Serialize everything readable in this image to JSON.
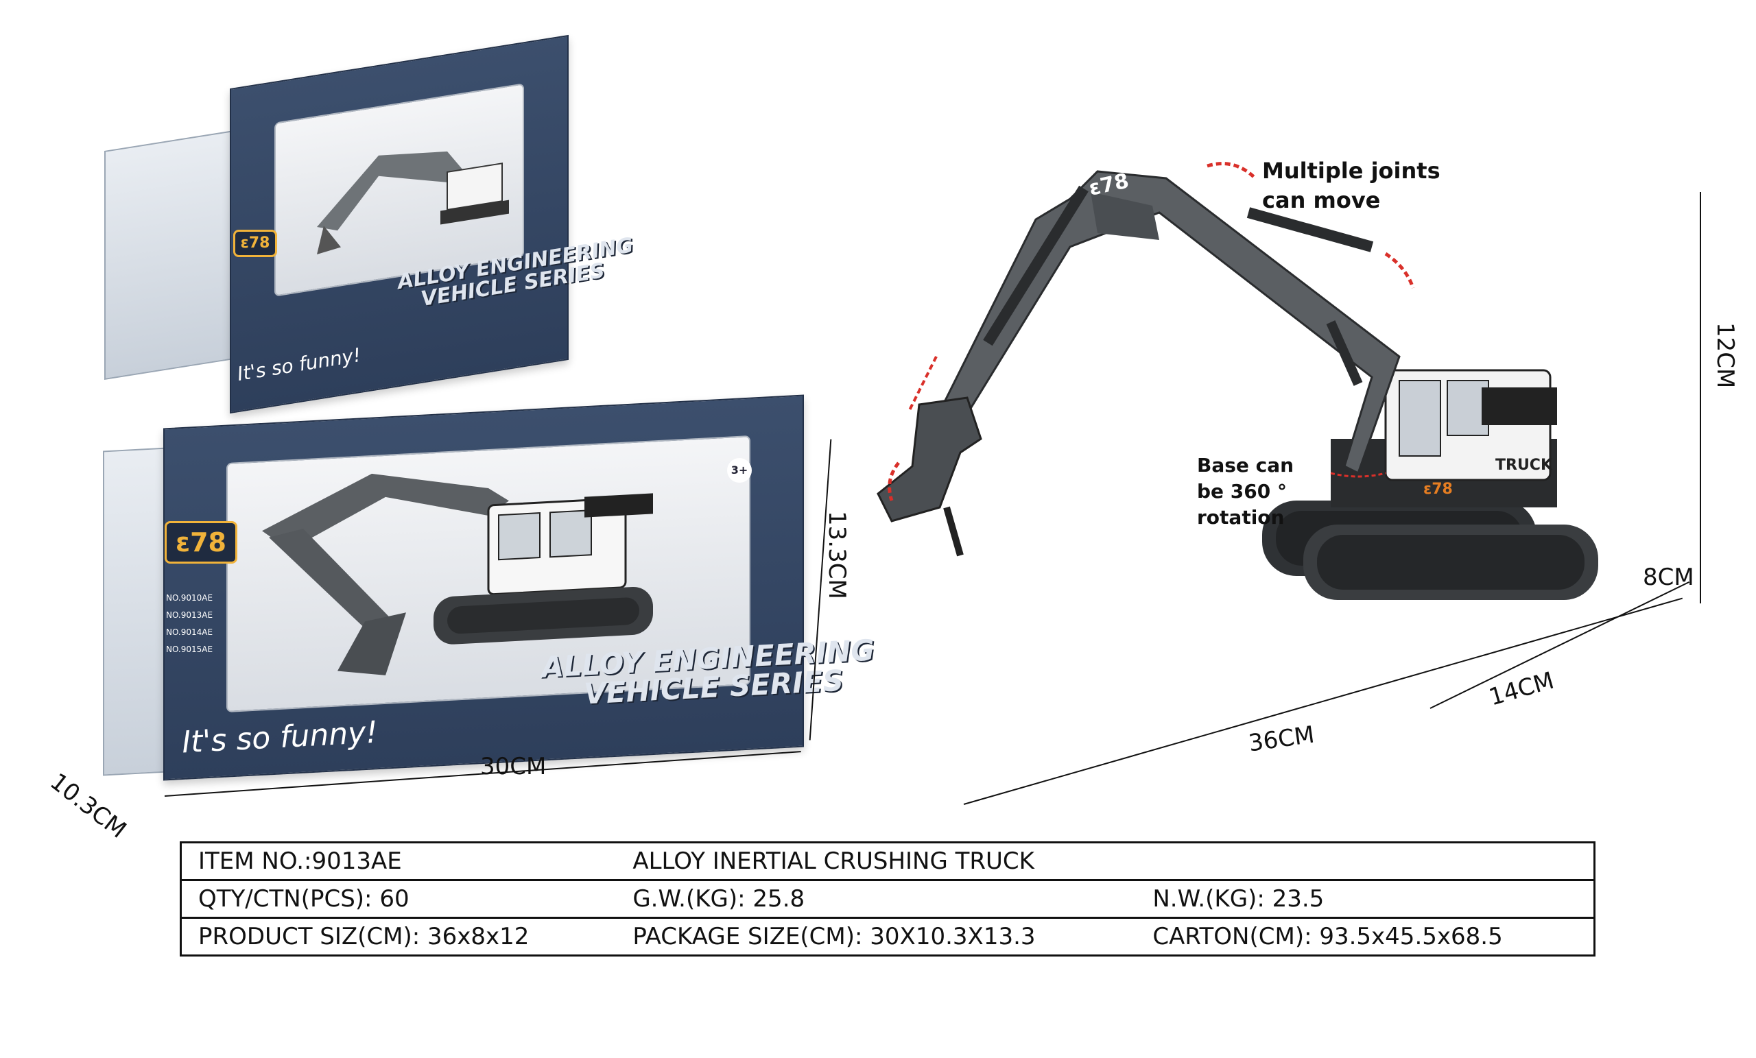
{
  "packaging": {
    "brand_logo": "ε78",
    "slogan": "It's so funny!",
    "series_line1": "ALLOY ENGINEERING",
    "series_line2": "VEHICLE SERIES",
    "model_numbers": [
      "NO.9010AE",
      "NO.9013AE",
      "NO.9014AE",
      "NO.9015AE"
    ],
    "age_badge": "3+"
  },
  "box_dimensions": {
    "length": "30CM",
    "depth": "10.3CM",
    "height": "13.3CM"
  },
  "product_dimensions": {
    "length": "36CM",
    "width": "14CM",
    "depth": "8CM",
    "height": "12CM"
  },
  "product": {
    "logo": "ε78",
    "cab_label": "TRUCK"
  },
  "callouts": {
    "joints_line1": "Multiple joints",
    "joints_line2": "can move",
    "base_line1": "Base can",
    "base_line2": "be 360 °",
    "base_line3": "rotation"
  },
  "colors": {
    "box_blue": "#34476a",
    "accent_orange": "#f1b33a",
    "arrow_red": "#d9302a",
    "excavator_gray": "#5b5f63"
  },
  "spec_table": {
    "item_no": "ITEM NO.:9013AE",
    "item_name": "ALLOY INERTIAL CRUSHING TRUCK",
    "qty": "QTY/CTN(PCS): 60",
    "gw": "G.W.(KG): 25.8",
    "nw": "N.W.(KG): 23.5",
    "product_size": "PRODUCT SIZ(CM): 36x8x12",
    "package_size": "PACKAGE SIZE(CM): 30X10.3X13.3",
    "carton": "CARTON(CM): 93.5x45.5x68.5"
  }
}
